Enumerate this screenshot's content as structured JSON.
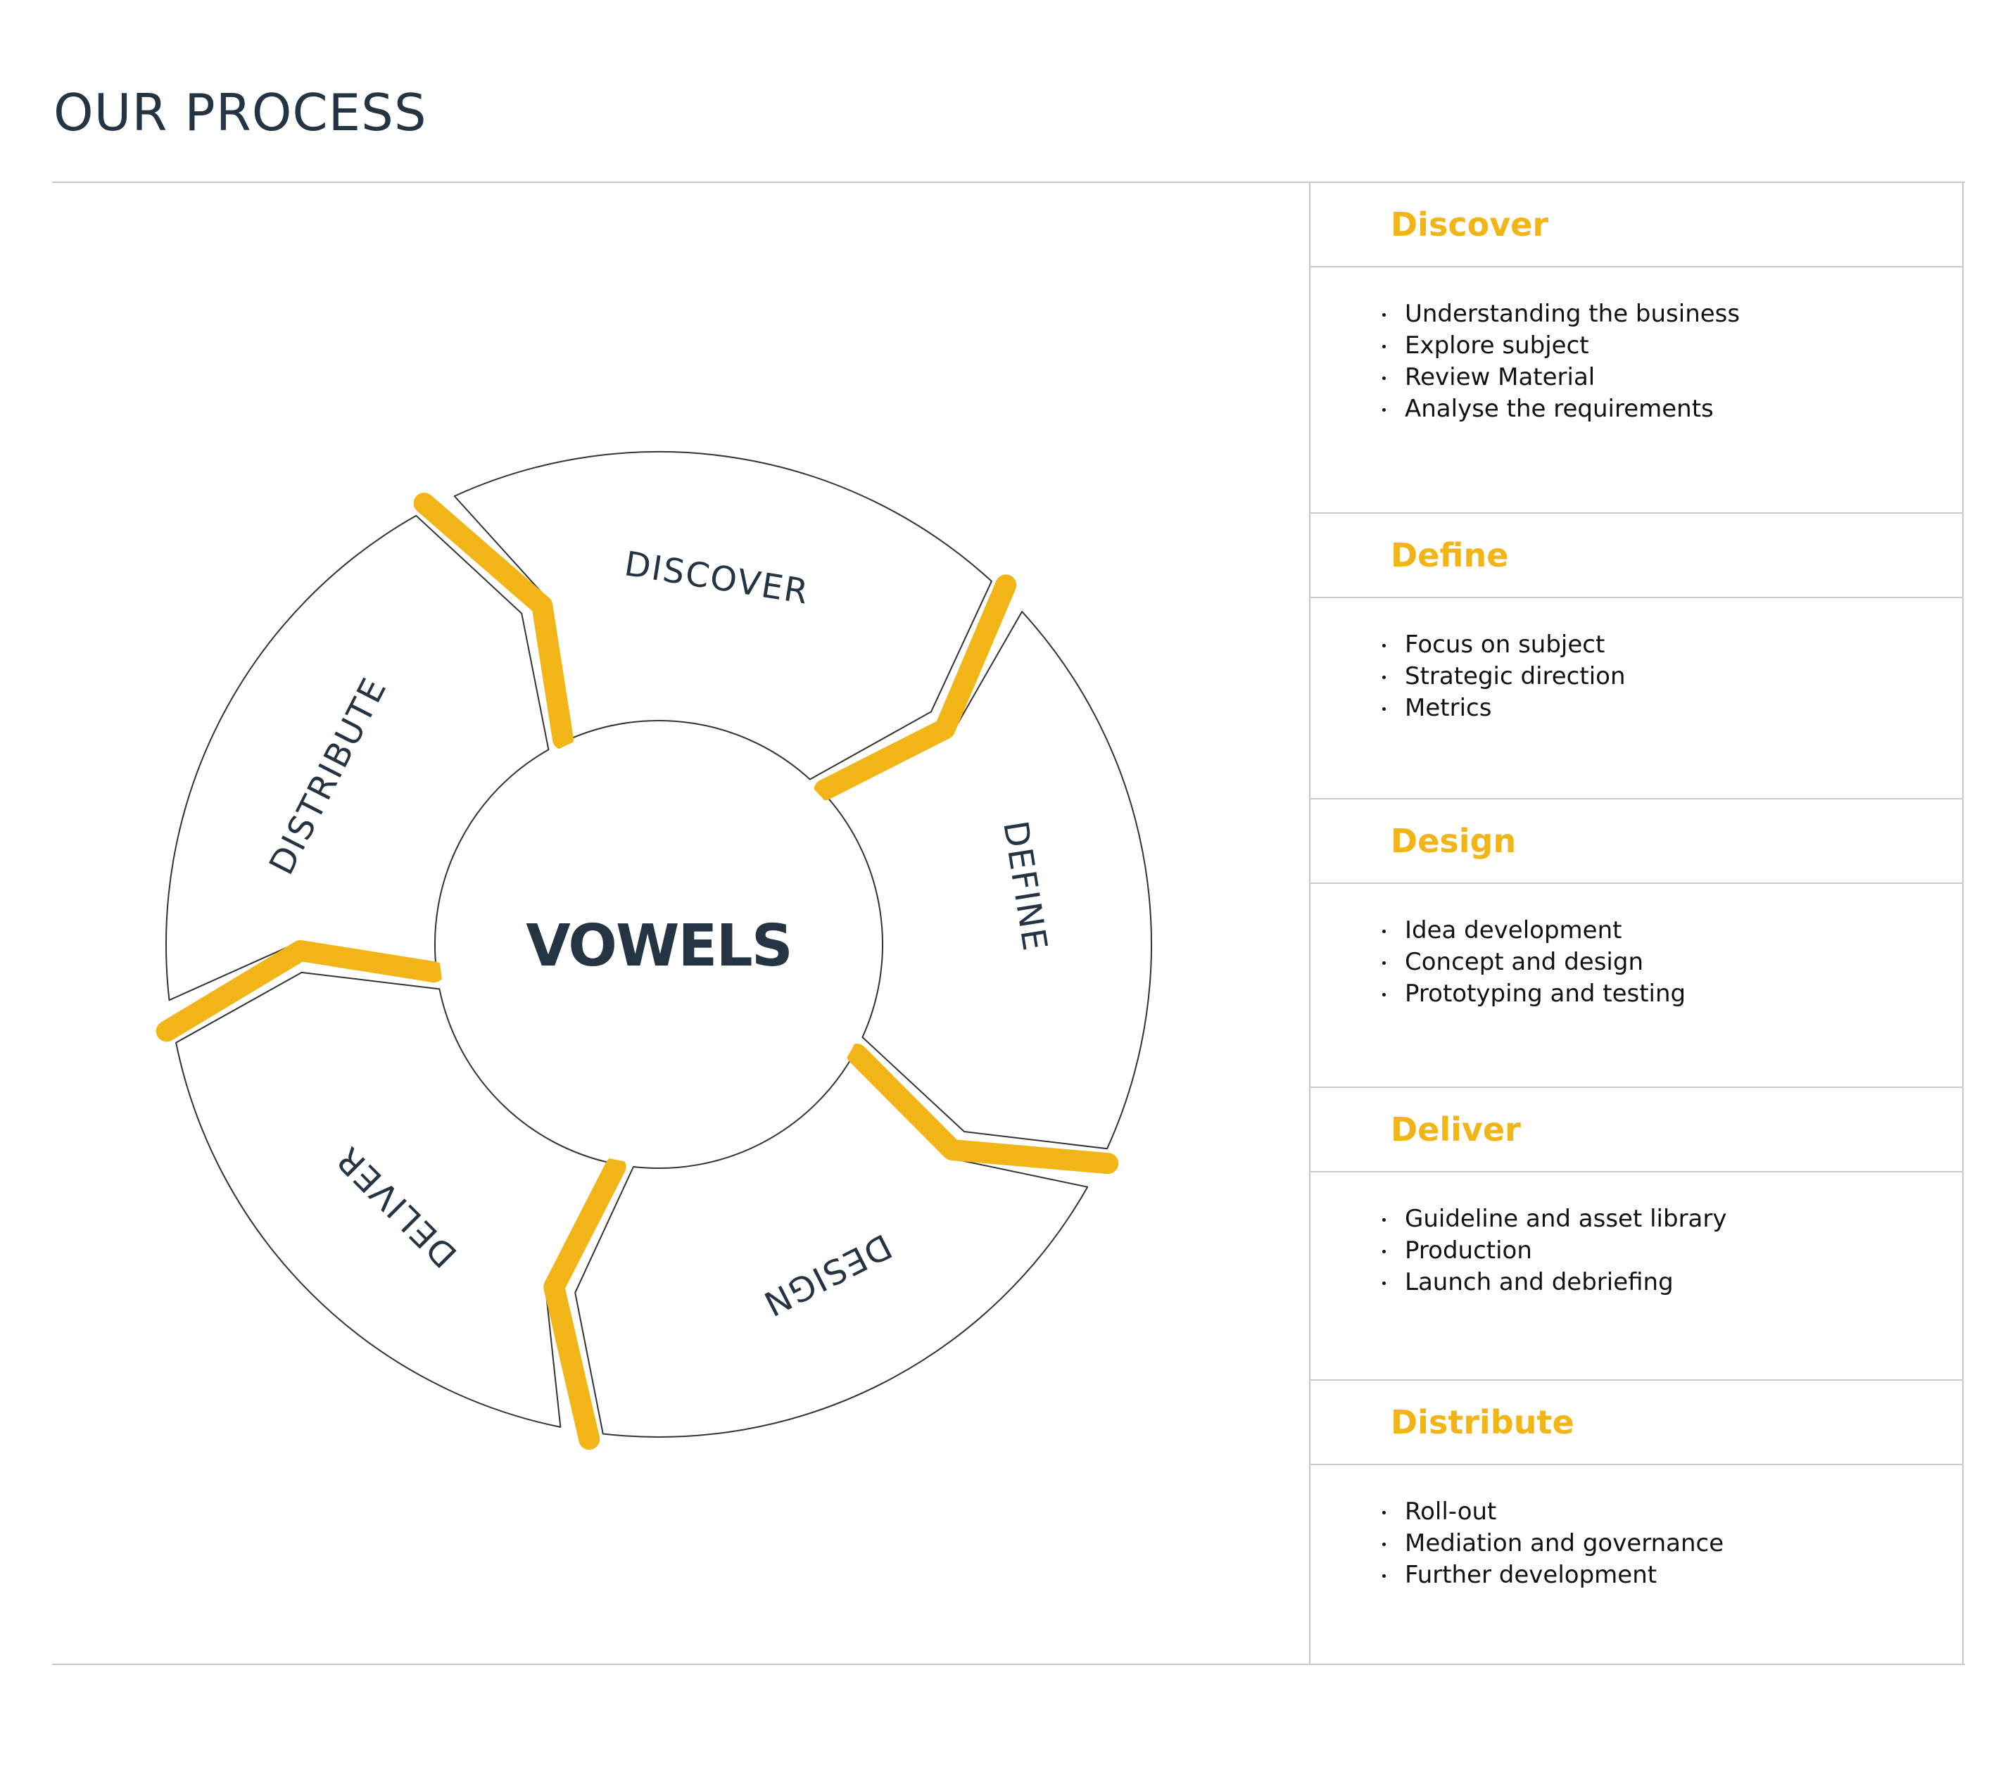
{
  "page": {
    "title": "OUR PROCESS"
  },
  "colors": {
    "accent": "#f2b518",
    "ink": "#253442",
    "rule": "#c9c9c9",
    "outline": "#333333"
  },
  "diagram": {
    "brand": {
      "logo_text": "VOWELS"
    },
    "segments": [
      {
        "label": "DISCOVER"
      },
      {
        "label": "DEFINE"
      },
      {
        "label": "DESIGN"
      },
      {
        "label": "DELIVER"
      },
      {
        "label": "DISTRIBUTE"
      }
    ]
  },
  "steps": [
    {
      "title": "Discover",
      "items": [
        "Understanding the business",
        "Explore subject",
        "Review Material",
        "Analyse the requirements"
      ]
    },
    {
      "title": "Define",
      "items": [
        "Focus on subject",
        "Strategic direction",
        "Metrics"
      ]
    },
    {
      "title": "Design",
      "items": [
        "Idea development",
        "Concept and design",
        "Prototyping and testing"
      ]
    },
    {
      "title": "Deliver",
      "items": [
        "Guideline and asset library",
        "Production",
        "Launch and debriefing"
      ]
    },
    {
      "title": "Distribute",
      "items": [
        "Roll-out",
        "Mediation and governance",
        "Further development"
      ]
    }
  ]
}
